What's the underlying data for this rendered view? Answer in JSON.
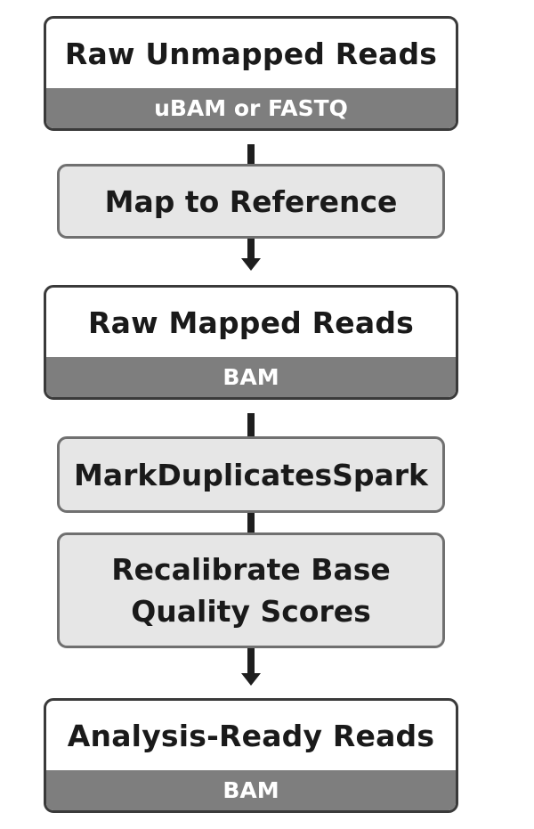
{
  "nodes": [
    {
      "kind": "data",
      "title": "Raw Unmapped Reads",
      "format": "uBAM or FASTQ"
    },
    {
      "kind": "process",
      "title": "Map to Reference"
    },
    {
      "kind": "data",
      "title": "Raw Mapped Reads",
      "format": "BAM"
    },
    {
      "kind": "process",
      "title": "MarkDuplicatesSpark"
    },
    {
      "kind": "process",
      "title": "Recalibrate Base\nQuality Scores"
    },
    {
      "kind": "data",
      "title": "Analysis-Ready Reads",
      "format": "BAM"
    }
  ],
  "colors": {
    "data_box_fill": "#ffffff",
    "data_format_band": "#7e7e7e",
    "process_box_fill": "#e6e6e6",
    "connector": "#1e1e1e"
  }
}
